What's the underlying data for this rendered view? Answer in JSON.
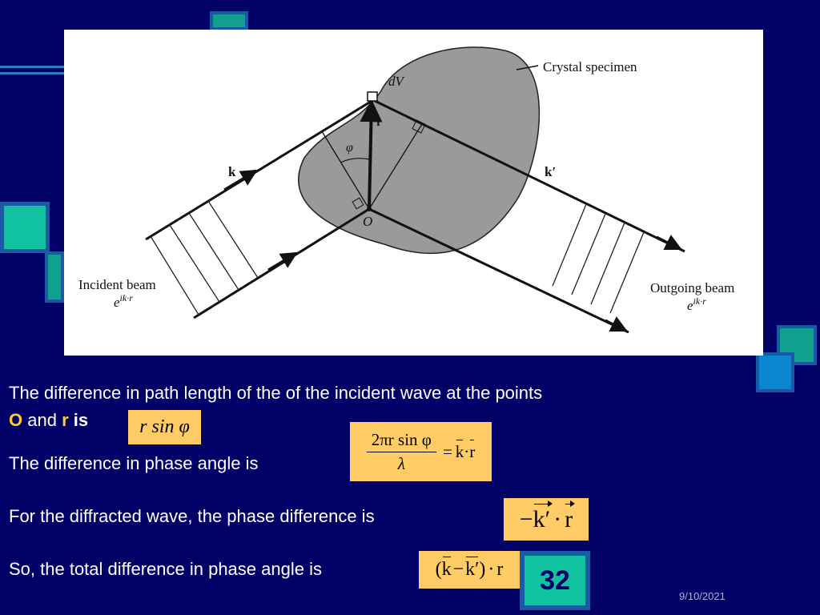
{
  "figure": {
    "labels": {
      "crystal": "Crystal specimen",
      "dv": "dV",
      "r": "r",
      "phi": "φ",
      "k": "k",
      "kprime": "k′",
      "origin": "O",
      "incident_beam": "Incident beam",
      "incident_expr_base": "e",
      "incident_expr_sup": "ik·r",
      "outgoing_beam": "Outgoing beam",
      "outgoing_expr_base": "e",
      "outgoing_expr_sup": "ik·r"
    }
  },
  "text": {
    "line1": "The difference in path length of the of the incident wave at the points",
    "line2_O": "O",
    "line2_and": " and ",
    "line2_r": "r",
    "line2_is": " is",
    "line3": "The difference in phase angle is",
    "line4": "For the diffracted wave, the phase difference is",
    "line5": "So, the total difference in phase angle is"
  },
  "formulas": {
    "f1": "r sin φ",
    "f2_num": "2πr sin φ",
    "f2_den": "λ",
    "f2_eq": "=",
    "f2_k": "k",
    "f2_dot": "·",
    "f2_r": "r",
    "f3_minus": "−",
    "f3_k": "k′",
    "f3_dot": "·",
    "f3_r": "r",
    "f4_open": "(",
    "f4_k": "k",
    "f4_minus": "−",
    "f4_kp": "k′",
    "f4_close": ")",
    "f4_dot": "·",
    "f4_r": "r"
  },
  "footer": {
    "page_number": "32",
    "date": "9/10/2021"
  },
  "colors": {
    "background": "#000066",
    "highlight": "#ffcc33",
    "formula_box": "#ffcc66",
    "deco_teal": "#11c2a0",
    "deco_blue": "#0a87d0"
  }
}
